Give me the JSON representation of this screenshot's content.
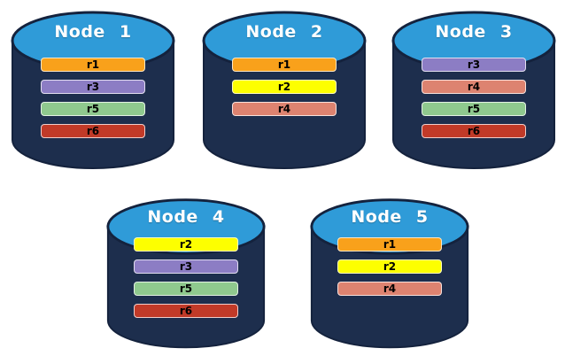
{
  "diagram": {
    "type": "database-node-partition-diagram",
    "partition_colors": {
      "r1": "#F9A11B",
      "r2": "#FDFF00",
      "r3": "#8C7DC4",
      "r4": "#DD8370",
      "r5": "#8FC98E",
      "r6": "#C13A28"
    },
    "cylinder_style": {
      "body_color": "#1D2E4D",
      "top_color": "#2F9BD8",
      "outline_color": "#14223D",
      "title_color": "#FFFFFF",
      "bar_text_color": "#000000",
      "bar_border_color": "rgba(255,255,255,0.75)"
    },
    "nodes": [
      {
        "label": "Node 1",
        "partitions": [
          "r1",
          "r3",
          "r5",
          "r6"
        ]
      },
      {
        "label": "Node 2",
        "partitions": [
          "r1",
          "r2",
          "r4"
        ]
      },
      {
        "label": "Node 3",
        "partitions": [
          "r3",
          "r4",
          "r5",
          "r6"
        ]
      },
      {
        "label": "Node 4",
        "partitions": [
          "r2",
          "r3",
          "r5",
          "r6"
        ]
      },
      {
        "label": "Node 5",
        "partitions": [
          "r1",
          "r2",
          "r4"
        ]
      }
    ]
  }
}
